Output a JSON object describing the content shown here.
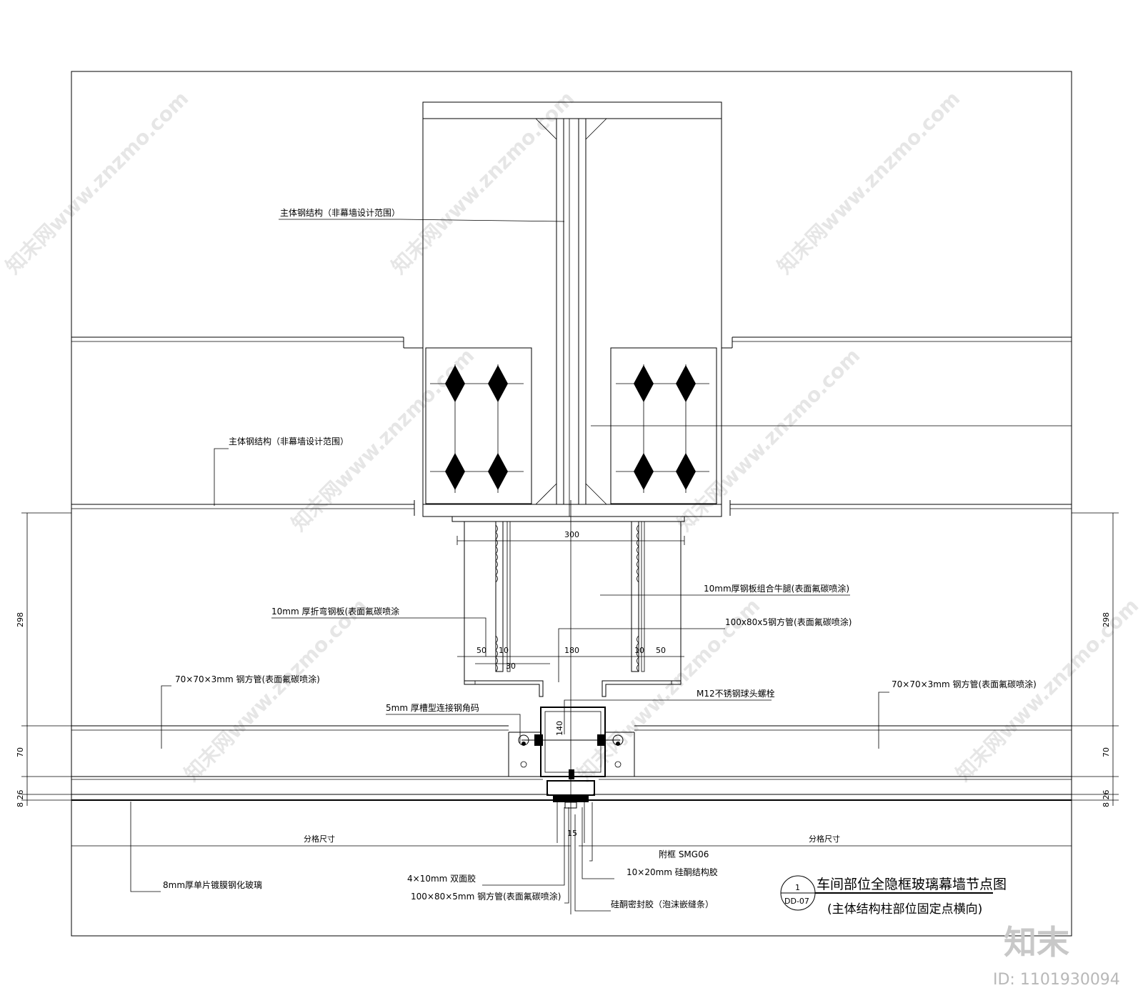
{
  "watermark": {
    "logo": "知末",
    "id_text": "ID: 1101930094",
    "site": "知末网www.znzmo.com"
  },
  "labels": {
    "main_steel_top": "主体钢结构（非幕墙设计范围）",
    "main_steel_mid": "主体钢结构（非幕墙设计范围）",
    "bracket_plate": "10mm厚钢板组合牛腿(表面氟碳喷涂)",
    "bent_plate": "10mm 厚折弯钢板(表面氟碳喷涂",
    "square_tube_100": "100x80x5钢方管(表面氟碳喷涂)",
    "tube_70_left": "70×70×3mm 钢方管(表面氟碳喷涂)",
    "tube_70_right": "70×70×3mm 钢方管(表面氟碳喷涂)",
    "bolt": "M12不锈钢球头螺栓",
    "angle_code": "5mm 厚槽型连接钢角码",
    "sub_frame": "附框 SMG06",
    "structural_sealant": "10×20mm 硅酮结构胶",
    "glass": "8mm厚单片镀膜钢化玻璃",
    "double_tape": "4×10mm 双面胶",
    "tube_100_bottom": "100×80×5mm 钢方管(表面氟碳喷涂)",
    "weather_sealant": "硅酮密封胶（泡沫嵌缝条）"
  },
  "dimensions": {
    "d300": "300",
    "d50_left": "50",
    "d10_left": "10",
    "d30": "30",
    "d180": "180",
    "d10_right": "10",
    "d50_right": "50",
    "d140": "140",
    "d15": "15",
    "grid_left": "分格尺寸",
    "grid_right": "分格尺寸",
    "v298_left": "298",
    "v70_left": "70",
    "v826_left": "8 26",
    "v298_right": "298",
    "v70_right": "70",
    "v826_right": "8 26"
  },
  "title_block": {
    "number": "1",
    "sheet": "DD-07",
    "title": "车间部位全隐框玻璃幕墙节点图",
    "subtitle": "(主体结构柱部位固定点横向)"
  }
}
